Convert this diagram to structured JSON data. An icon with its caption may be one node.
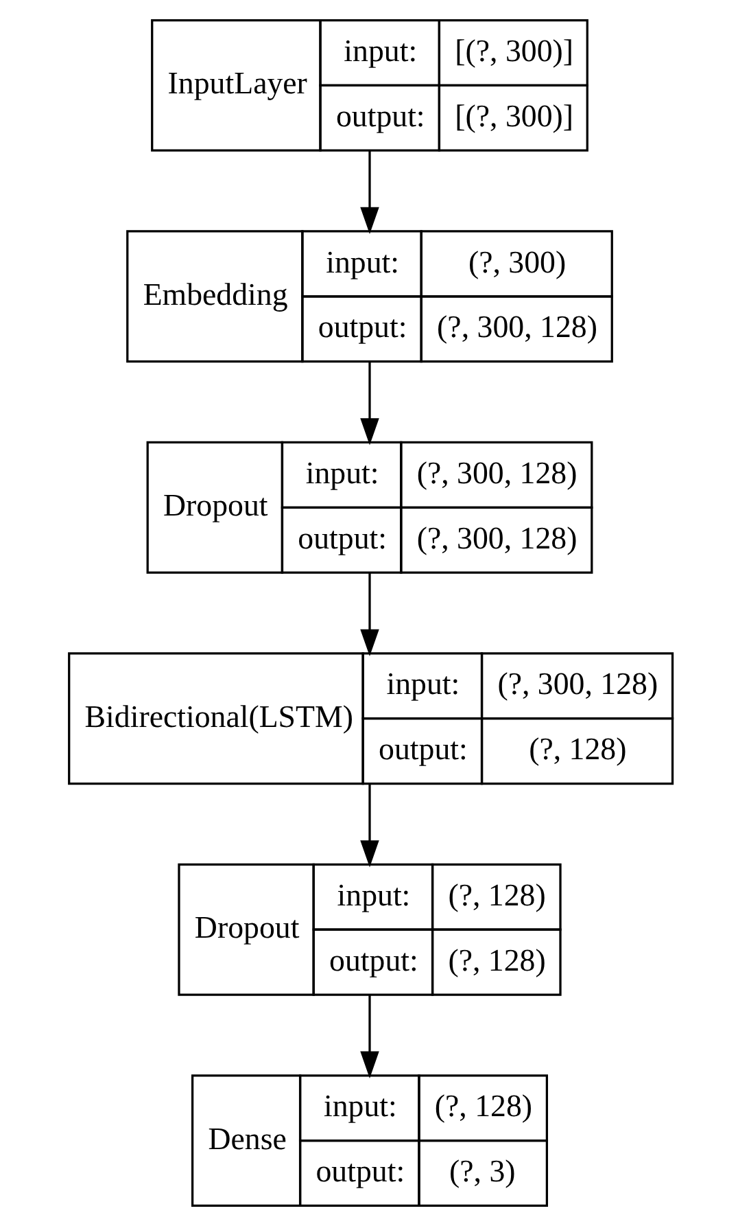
{
  "diagram": {
    "nodes": [
      {
        "text": [
          "InputLayer",
          "input:",
          "[(?, 300)]",
          "output:",
          "[(?, 300)]"
        ]
      },
      {
        "text": [
          "Embedding",
          "input:",
          "(?, 300)",
          "output:",
          "(?, 300, 128)"
        ]
      },
      {
        "text": [
          "Dropout",
          "input:",
          "(?, 300, 128)",
          "output:",
          "(?, 300, 128)"
        ]
      },
      {
        "text": [
          "Bidirectional(LSTM)",
          "input:",
          "(?, 300, 128)",
          "output:",
          "(?, 128)"
        ]
      },
      {
        "text": [
          "Dropout",
          "input:",
          "(?, 128)",
          "output:",
          "(?, 128)"
        ]
      },
      {
        "text": [
          "Dense",
          "input:",
          "(?, 128)",
          "output:",
          "(?, 3)"
        ]
      }
    ],
    "edges": [
      {
        "from": 0,
        "to": 1,
        "arrow": "to"
      },
      {
        "from": 1,
        "to": 2,
        "arrow": "to"
      },
      {
        "from": 2,
        "to": 3,
        "arrow": "to"
      },
      {
        "from": 3,
        "to": 4,
        "arrow": "to"
      },
      {
        "from": 4,
        "to": 5,
        "arrow": "to"
      }
    ]
  }
}
